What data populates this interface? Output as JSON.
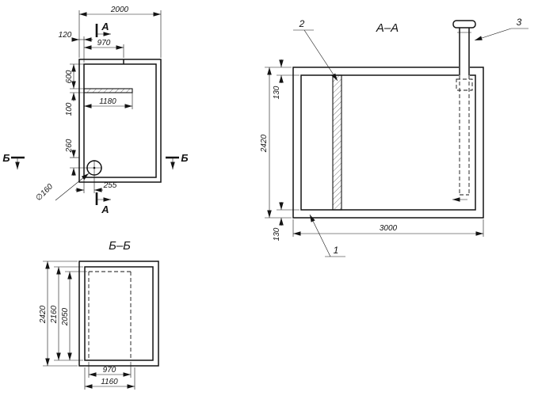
{
  "drawing": {
    "plan": {
      "section_a_label": "А",
      "section_b_label": "Б",
      "dims": {
        "overall_width": "2000",
        "wall_thickness": "120",
        "opening_width": "970",
        "partition_offset": "600",
        "partition_thickness": "100",
        "partition_length": "1180",
        "pipe_offset_section": "260",
        "pipe_offset_wall": "255",
        "pipe_diameter": "∅160"
      }
    },
    "section_aa": {
      "title": "А–А",
      "dims": {
        "overall_height": "2420",
        "top_slab": "130",
        "bottom_slab": "130",
        "overall_length": "3000"
      },
      "callouts": {
        "bottom_slab": "1",
        "partition": "2",
        "vent": "3"
      }
    },
    "section_bb": {
      "title": "Б–Б",
      "dims": {
        "overall_height": "2420",
        "inner_height": "2160",
        "opening_height": "2050",
        "opening_width": "970",
        "outer_opening_width": "1160"
      }
    }
  }
}
